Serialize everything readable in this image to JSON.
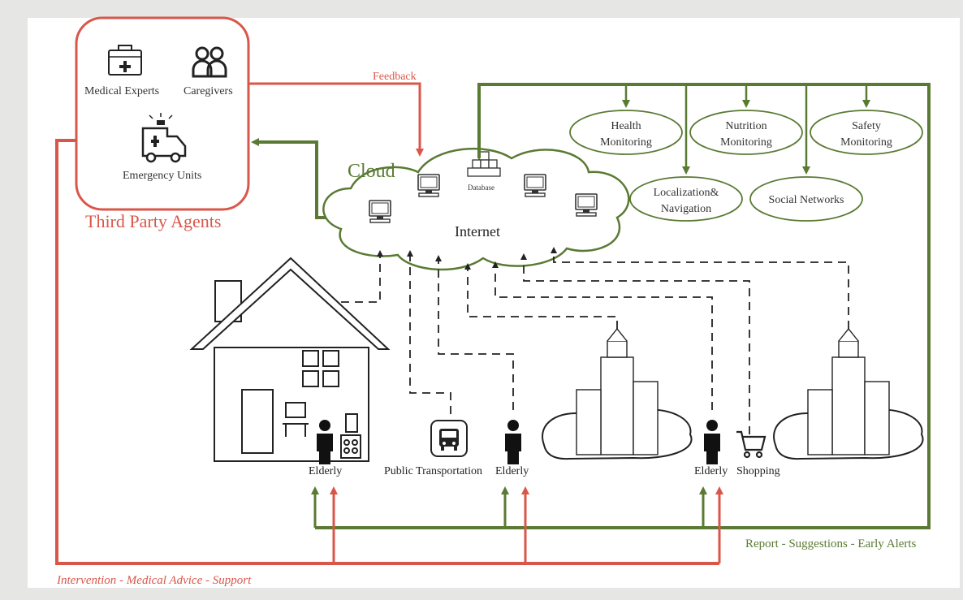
{
  "third_party": {
    "title": "Third Party Agents",
    "medical_experts": "Medical Experts",
    "caregivers": "Caregivers",
    "emergency_units": "Emergency Units"
  },
  "feedback": "Feedback",
  "cloud": {
    "title": "Cloud",
    "internet": "Internet",
    "database": "Database"
  },
  "services": {
    "health": [
      "Health",
      "Monitoring"
    ],
    "nutrition": [
      "Nutrition",
      "Monitoring"
    ],
    "safety": [
      "Safety",
      "Monitoring"
    ],
    "localization": [
      "Localization&",
      "Navigation"
    ],
    "social": "Social Networks"
  },
  "scene": {
    "elderly_home": "Elderly",
    "public_transport": "Public Transportation",
    "elderly_street": "Elderly",
    "elderly_city": "Elderly",
    "shopping": "Shopping"
  },
  "report": "Report - Suggestions - Early Alerts",
  "intervention": "Intervention - Medical Advice - Support",
  "colors": {
    "red": "#d9574a",
    "green": "#5a7a33",
    "dark": "#2b2b2b",
    "panel": "#ffffff",
    "frame": "#e6e6e4"
  }
}
